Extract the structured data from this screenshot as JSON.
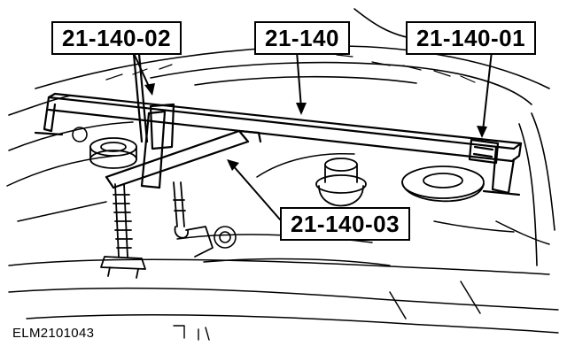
{
  "figure": {
    "reference": "ELM2101043"
  },
  "callouts": {
    "tool_a": "21-140-02",
    "tool_main": "21-140",
    "tool_b": "21-140-01",
    "tool_c": "21-140-03"
  }
}
